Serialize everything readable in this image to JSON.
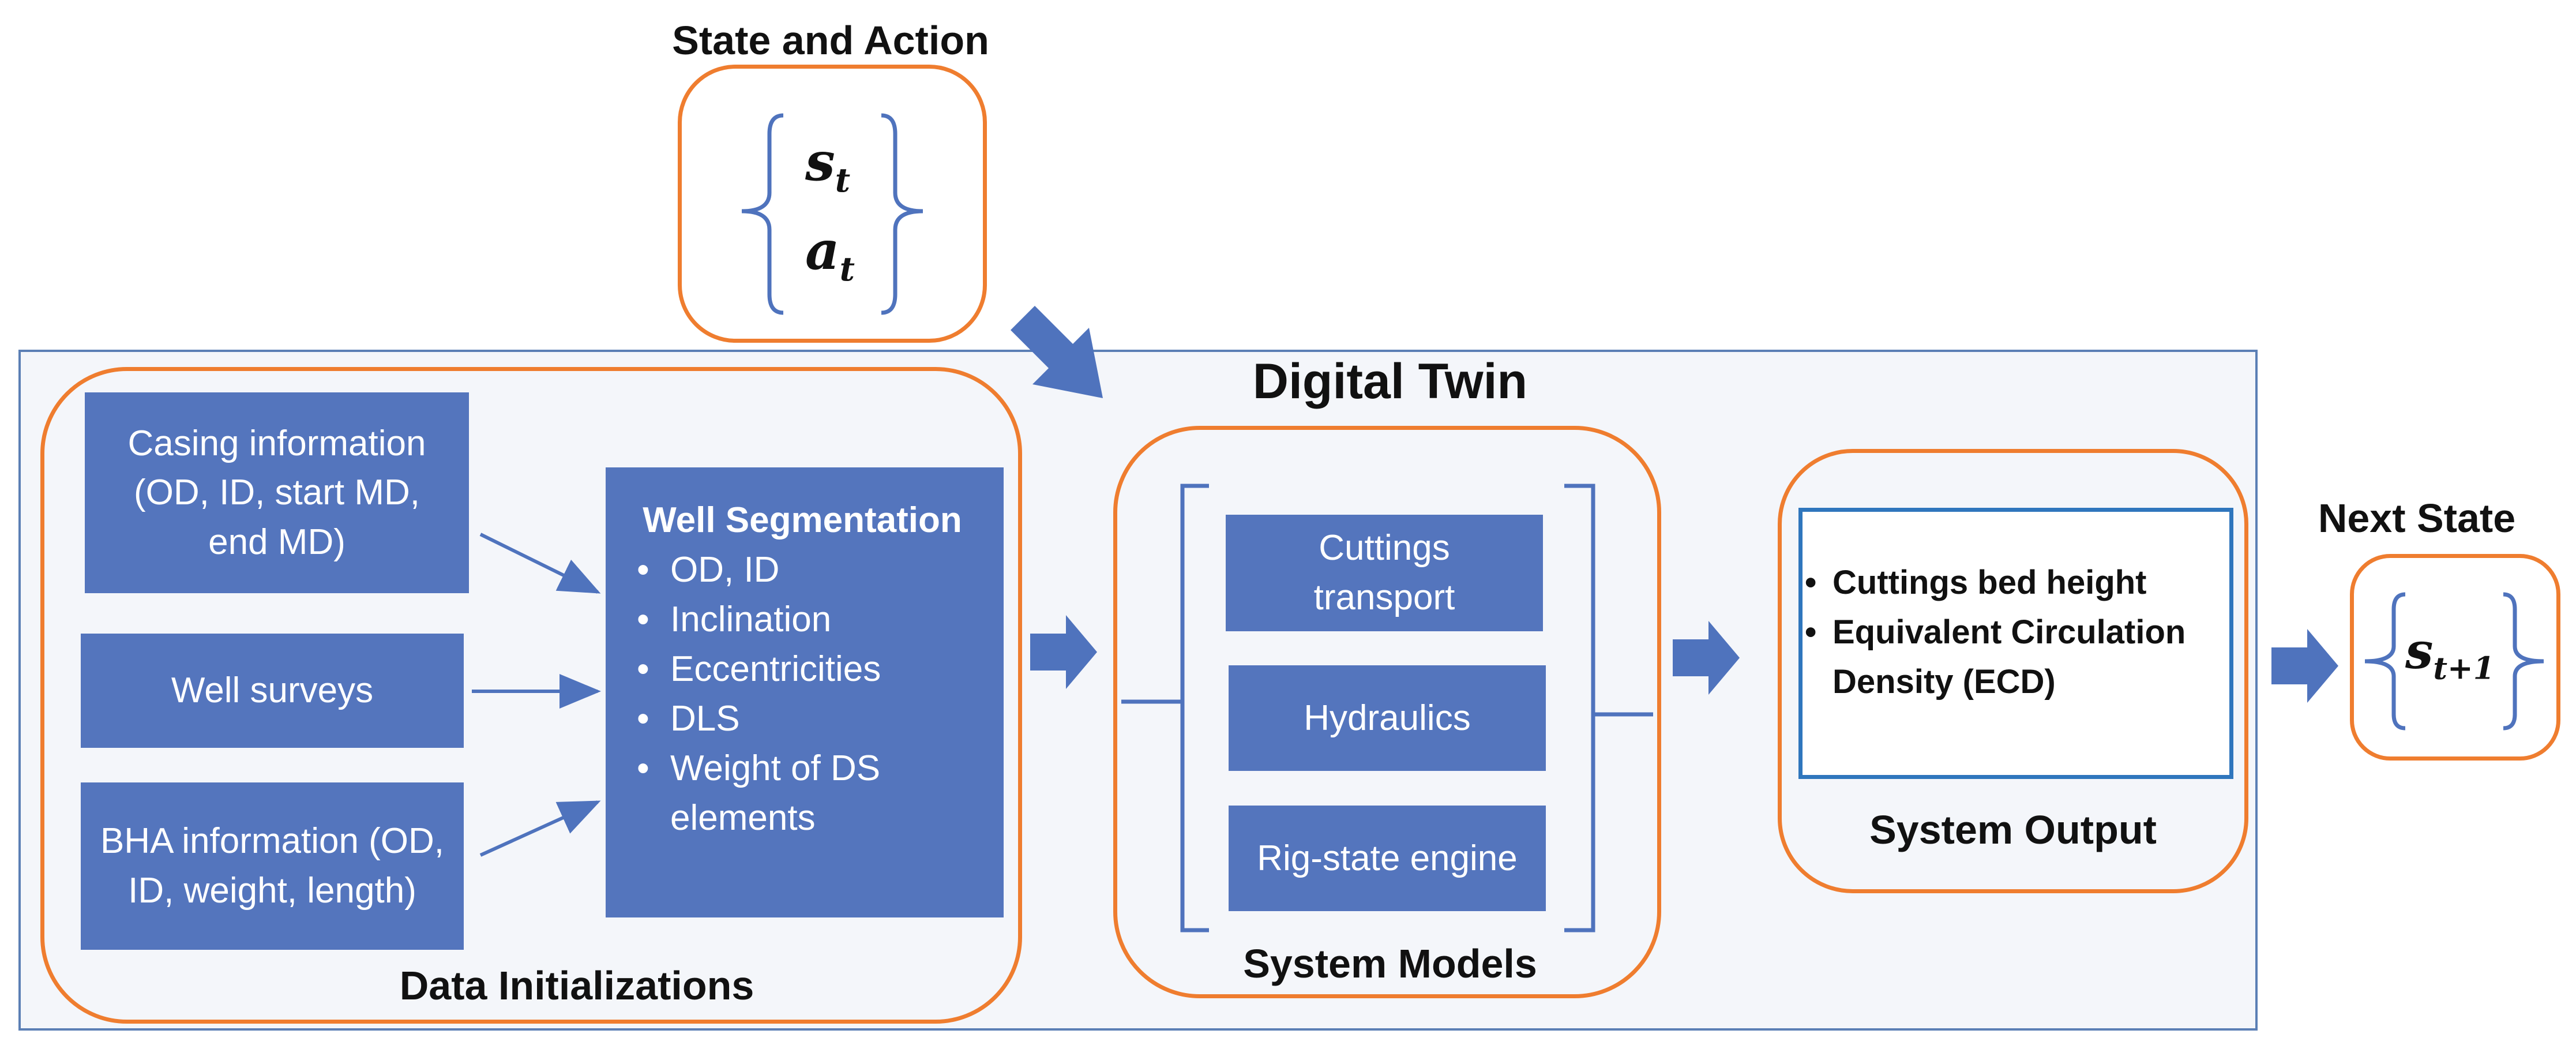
{
  "titles": {
    "state_and_action": "State and Action",
    "digital_twin": "Digital Twin",
    "next_state": "Next State",
    "data_initializations": "Data Initializations",
    "system_models": "System Models",
    "system_output": "System Output"
  },
  "state_action": {
    "s_var": "s",
    "s_sub": "t",
    "a_var": "a",
    "a_sub": "t"
  },
  "next_state": {
    "s_var": "s",
    "s_sub": "t+1"
  },
  "inputs": {
    "casing": "Casing information (OD, ID, start MD, end MD)",
    "surveys": "Well surveys",
    "bha": "BHA information (OD, ID, weight, length)"
  },
  "well_segmentation": {
    "title": "Well Segmentation",
    "items": [
      "OD, ID",
      "Inclination",
      "Eccentricities",
      "DLS",
      "Weight of DS elements"
    ]
  },
  "models": {
    "cuttings": "Cuttings transport",
    "hydraulics": "Hydraulics",
    "rig_state": "Rig-state engine"
  },
  "outputs": [
    "Cuttings bed height",
    "Equivalent Circulation Density (ECD)"
  ],
  "colors": {
    "box_fill": "#5475bd",
    "panel_fill": "#f4f6fa",
    "panel_border": "#5b7fb5",
    "orange": "#ef7d2f",
    "arrow": "#4f73bd",
    "output_border": "#2f76bd"
  }
}
